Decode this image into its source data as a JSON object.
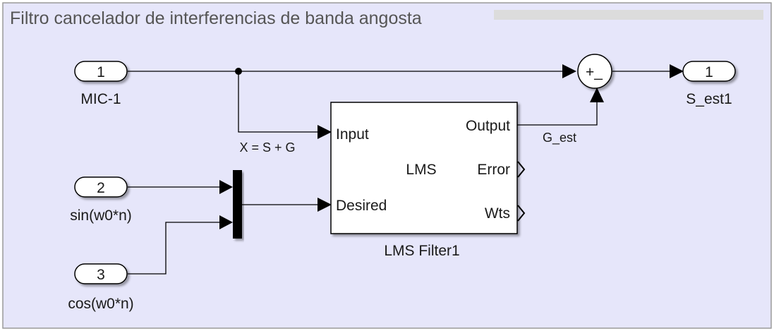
{
  "subsystem": {
    "title": "Filtro cancelador de interferencias de banda angosta"
  },
  "inports": [
    {
      "number": "1",
      "label": "MIC-1"
    },
    {
      "number": "2",
      "label": "sin(w0*n)"
    },
    {
      "number": "3",
      "label": "cos(w0*n)"
    }
  ],
  "outport": {
    "number": "1",
    "label": "S_est1"
  },
  "lms_block": {
    "name": "LMS Filter1",
    "center_label": "LMS",
    "port_input": "Input",
    "port_desired": "Desired",
    "port_output": "Output",
    "port_error": "Error",
    "port_wts": "Wts"
  },
  "sum_block": {
    "signs": "+_"
  },
  "signals": {
    "x_label": "X = S + G",
    "g_label": "G_est"
  },
  "colors": {
    "canvas": "#e6e6fa",
    "border": "#9a9a9a",
    "title_text": "#555555",
    "title_bar": "#dcdcdc",
    "line": "#000000",
    "block_fill": "#ffffff"
  }
}
